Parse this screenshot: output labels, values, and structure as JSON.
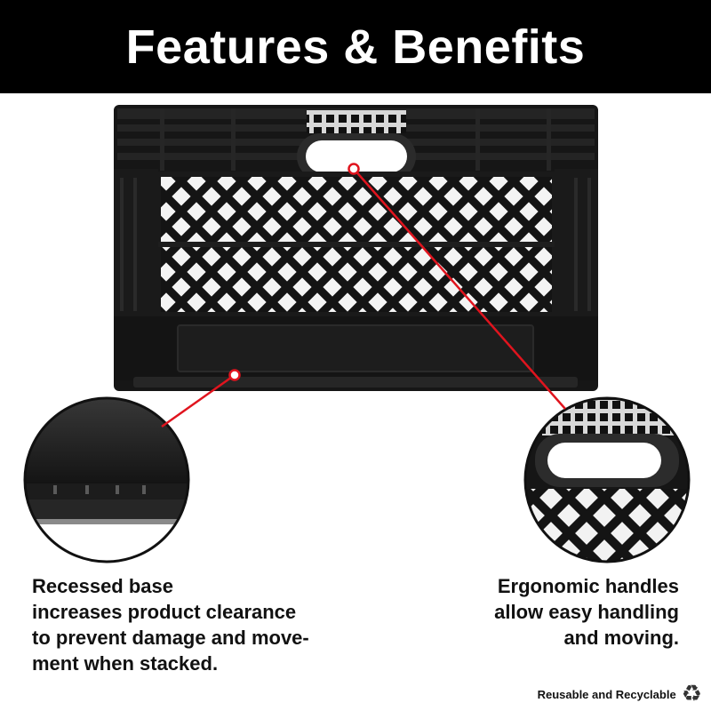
{
  "header": {
    "title": "Features & Benefits"
  },
  "features": [
    {
      "lines": [
        "Recessed base",
        "increases product clearance",
        "to prevent damage and move-",
        "ment when stacked."
      ]
    },
    {
      "lines": [
        "Ergonomic handles",
        "allow easy handling",
        "and moving."
      ]
    }
  ],
  "footer": {
    "text": "Reusable and Recyclable",
    "icon": "recycle-icon"
  },
  "colors": {
    "banner": "#000000",
    "accent": "#e0141e",
    "crate": "#151515"
  }
}
